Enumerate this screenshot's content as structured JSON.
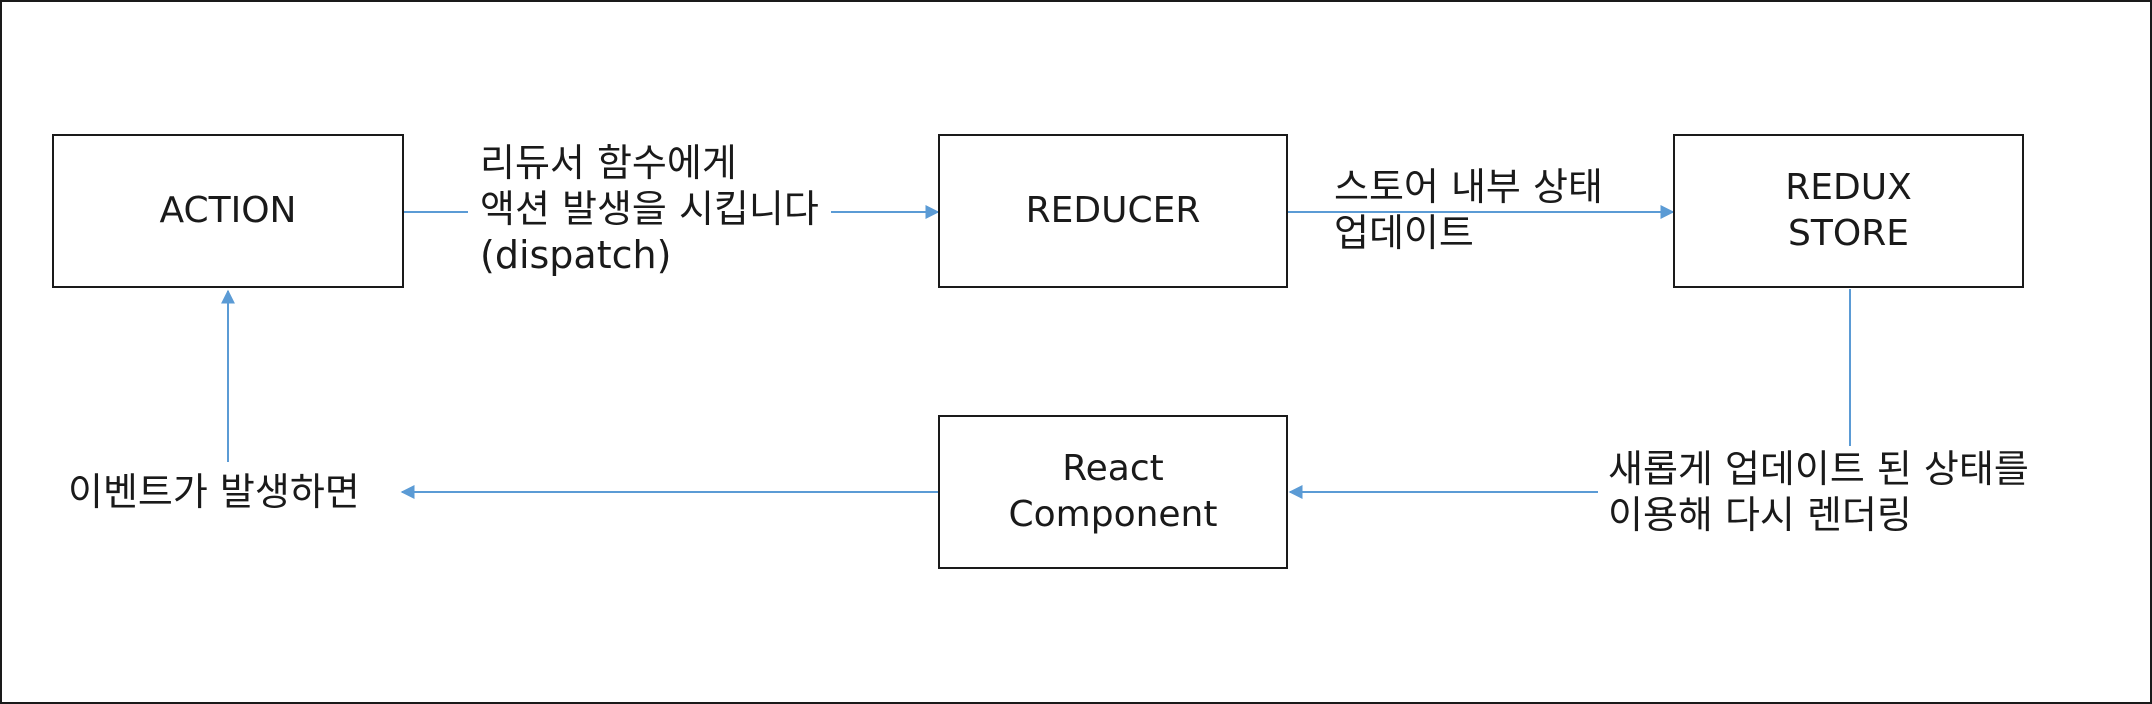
{
  "diagram": {
    "nodes": {
      "action": {
        "lines": [
          "ACTION"
        ]
      },
      "reducer": {
        "lines": [
          "REDUCER"
        ]
      },
      "store": {
        "lines": [
          "REDUX",
          "STORE"
        ]
      },
      "component": {
        "lines": [
          "React",
          "Component"
        ]
      }
    },
    "edges": {
      "action_to_reducer": {
        "lines": [
          "리듀서 함수에게",
          "액션 발생을 시킵니다",
          "(dispatch)"
        ]
      },
      "reducer_to_store": {
        "lines": [
          "스토어 내부 상태",
          "업데이트"
        ]
      },
      "store_to_component": {
        "lines": [
          "새롭게 업데이트 된 상태를",
          "이용해 다시 렌더링"
        ]
      },
      "component_to_event": {
        "lines": [
          "이벤트가 발생하면"
        ]
      }
    },
    "colors": {
      "border": "#1a1a1a",
      "arrow": "#5b9bd5",
      "background": "#ffffff"
    }
  }
}
